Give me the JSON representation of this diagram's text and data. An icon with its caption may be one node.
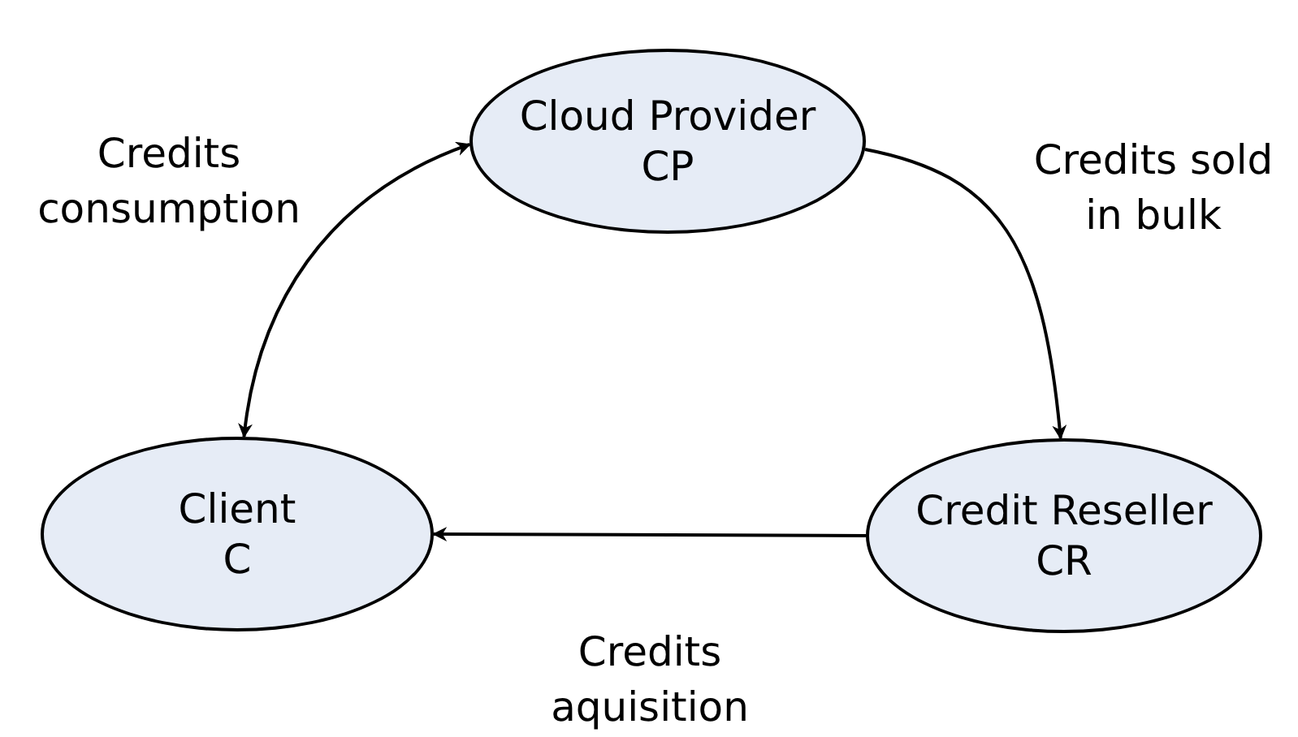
{
  "diagram": {
    "nodes": [
      {
        "text": [
          "Cloud Provider",
          "CP"
        ]
      },
      {
        "text": [
          "Client",
          "C"
        ]
      },
      {
        "text": [
          "Credit Reseller",
          "CR"
        ]
      }
    ],
    "edges": [
      {
        "from": 0,
        "to": 1,
        "arrow": "both",
        "label": "Credits consumption"
      },
      {
        "from": 0,
        "to": 2,
        "arrow": "to",
        "label": "Credits sold in bulk"
      },
      {
        "from": 2,
        "to": 1,
        "arrow": "to",
        "label": "Credits aquisition"
      }
    ]
  }
}
